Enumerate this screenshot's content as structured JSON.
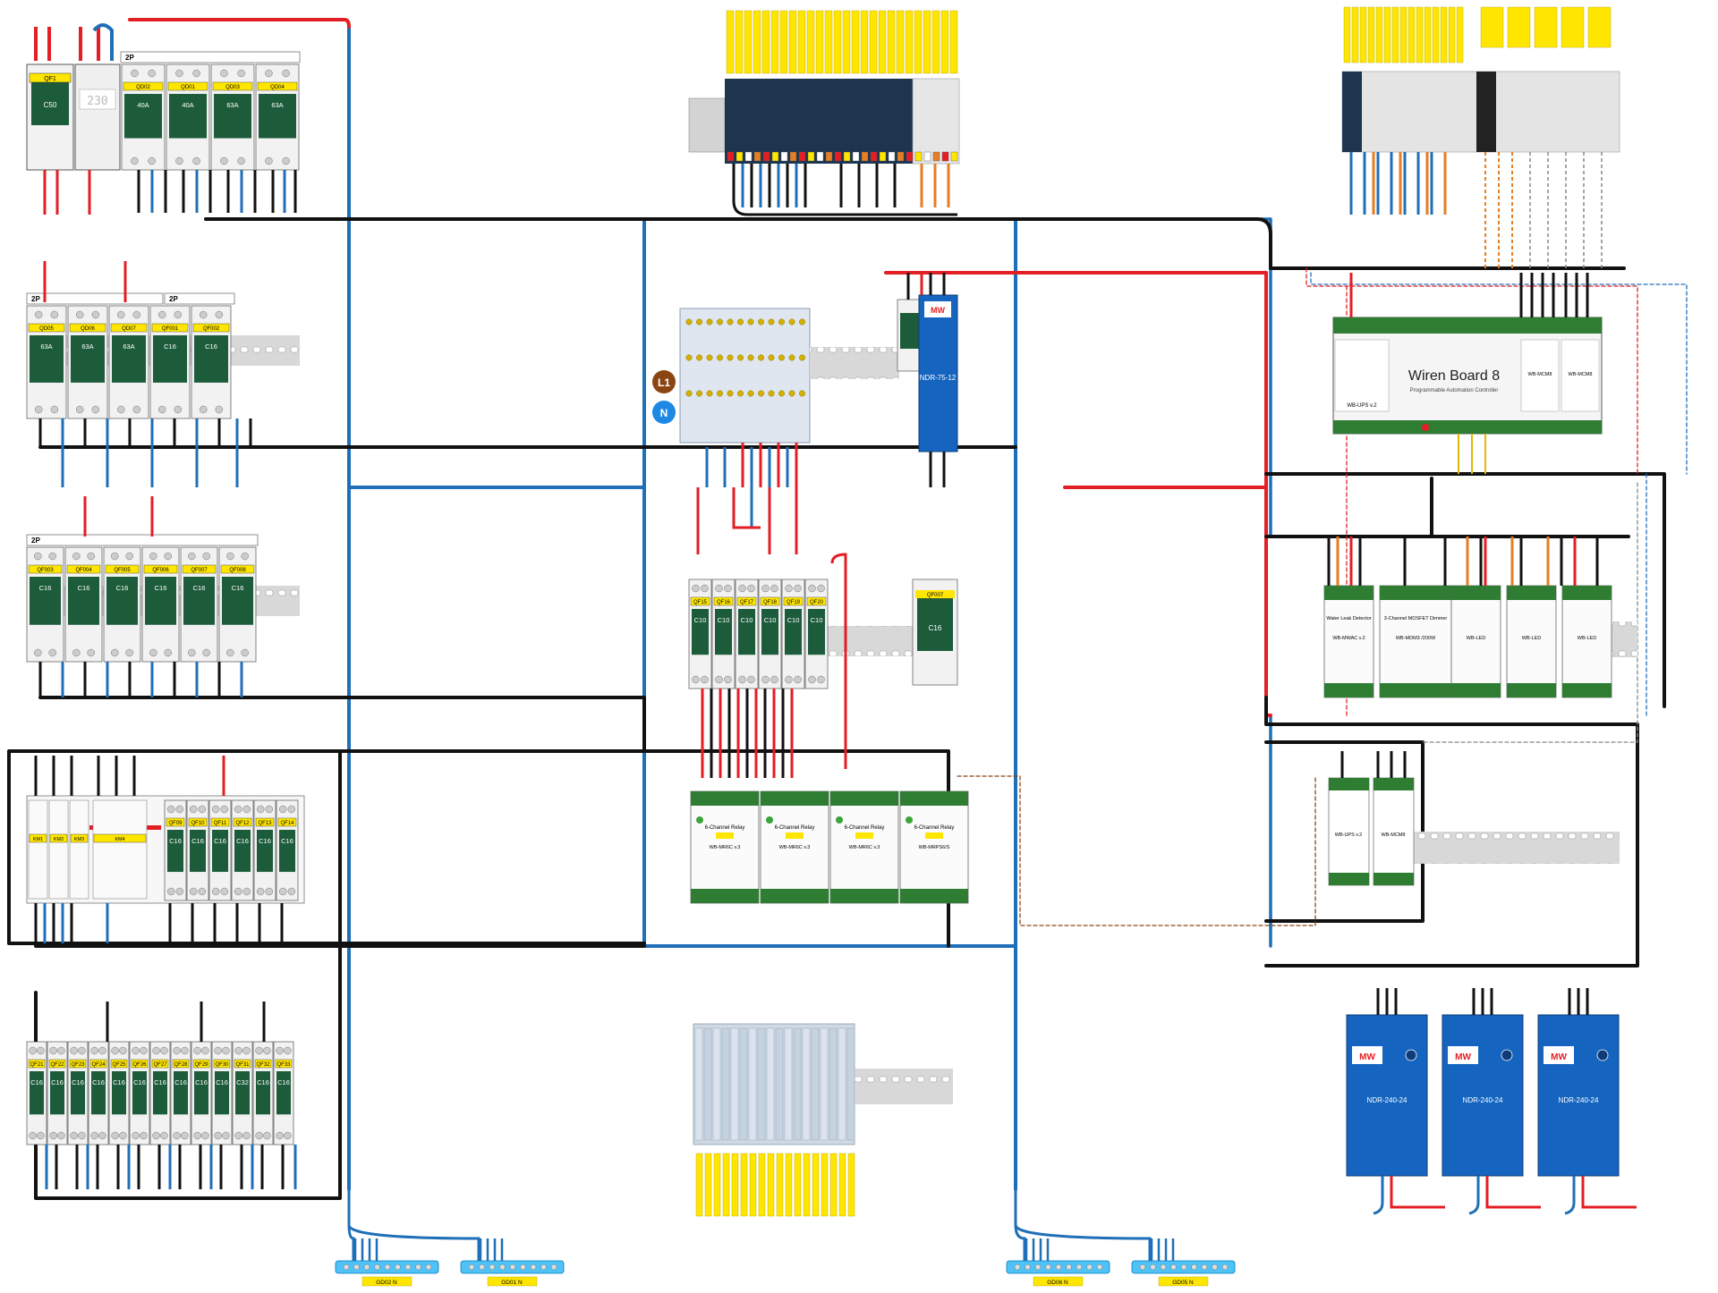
{
  "colors": {
    "phase": "#e31e24",
    "neutral": "#1f6fb8",
    "black": "#111111",
    "label_yellow": "#ffe600",
    "breaker_green": "#1d5c3b",
    "psu_blue": "#1565c0",
    "wb_green": "#3aa53a",
    "rail_gray": "#c9c9c9",
    "badge_l1": "#8b4513",
    "badge_n": "#1e88e5"
  },
  "input": {
    "main_breaker": "QF1",
    "main_rating": "C50",
    "meter_display": "230"
  },
  "row1": {
    "group_label": "2P",
    "rcd_labels": [
      "QD02",
      "QD01",
      "QD03",
      "QD04"
    ],
    "rcd_ratings": [
      "40A",
      "40A",
      "63A",
      "63A"
    ]
  },
  "row2": {
    "group_labels": [
      "2P",
      "2P"
    ],
    "device_labels": [
      "QD05",
      "QD06",
      "QD07",
      "QF001",
      "QF002"
    ],
    "ratings": [
      "63A",
      "63A",
      "63A",
      "C16",
      "C16"
    ]
  },
  "row3": {
    "group_label": "2P",
    "device_labels": [
      "QF003",
      "QF004",
      "QF005",
      "QF006",
      "QF007",
      "QF008"
    ],
    "ratings": [
      "C16",
      "C16",
      "C16",
      "C16",
      "C16",
      "C16"
    ]
  },
  "row4": {
    "modules": [
      "KM1",
      "KM2",
      "KM3",
      "KM4"
    ],
    "breakers": [
      "QF09",
      "QF10",
      "QF11",
      "QF12",
      "QF13",
      "QF14"
    ],
    "ratings": [
      "C16",
      "C16",
      "C16",
      "C16",
      "C16",
      "C16"
    ]
  },
  "row5": {
    "breakers": [
      "QF21",
      "QF22",
      "QF23",
      "QF24",
      "QF25",
      "QF26",
      "QF27",
      "QF28",
      "QF29",
      "QF30",
      "QF31",
      "QF32",
      "QF33"
    ],
    "ratings": [
      "C16",
      "C16",
      "C16",
      "C16",
      "C16",
      "C16",
      "C16",
      "C16",
      "C16",
      "C16",
      "C32",
      "C16",
      "C16"
    ]
  },
  "center": {
    "badge_l1": "L1",
    "badge_n": "N",
    "psu_small": "NDR-75-12",
    "psu_small_brand": "MW",
    "mid_breakers": [
      "QF15",
      "QF16",
      "QF17",
      "QF18",
      "QF19",
      "QF20"
    ],
    "mid_ratings": [
      "C10",
      "C10",
      "C10",
      "C10",
      "C10",
      "C10"
    ],
    "right_breaker": "QF007",
    "right_rating": "C16"
  },
  "relays": {
    "titles": [
      "6-Channel Relay",
      "6-Channel Relay",
      "6-Channel Relay",
      "6-Channel Relay"
    ],
    "models": [
      "WB-MR6C v.3",
      "WB-MR6C v.3",
      "WB-MR6C v.3",
      "WB-MRPS6/S"
    ]
  },
  "wirenboard": {
    "title": "Wiren Board 8",
    "subtitle": "Programmable Automation Controller",
    "ups_model": "WB-UPS v.2",
    "module_models": [
      "WB-MCM8",
      "WB-MCM8"
    ]
  },
  "right_modules": {
    "titles": [
      "Water Leak Detector",
      "3-Channel MOSFET Dimmer",
      "",
      "",
      ""
    ],
    "models": [
      "WB-MWAC v.2",
      "WB-MDM3 /200W",
      "WB-LED",
      "WB-LED",
      "WB-LED"
    ]
  },
  "bottom_modules": {
    "ups": "WB-UPS v.2",
    "mcm": "WB-MCM8"
  },
  "psus": {
    "models": [
      "NDR-240-24",
      "NDR-240-24",
      "NDR-240-24"
    ],
    "brand": "MW"
  },
  "bus_labels": {
    "bottom": [
      "GD02 N",
      "GD01 N",
      "GD06 N",
      "GD05 N"
    ]
  }
}
